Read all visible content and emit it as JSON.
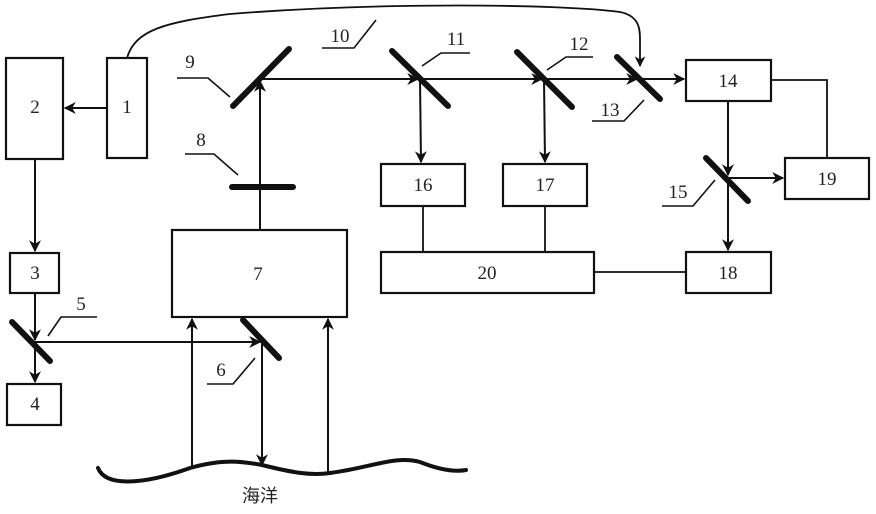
{
  "diagram": {
    "type": "optical-system-block-diagram",
    "components": [
      {
        "id": "1",
        "label": "1"
      },
      {
        "id": "2",
        "label": "2"
      },
      {
        "id": "3",
        "label": "3"
      },
      {
        "id": "4",
        "label": "4"
      },
      {
        "id": "5",
        "label": "5",
        "kind": "mirror"
      },
      {
        "id": "6",
        "label": "6",
        "kind": "mirror"
      },
      {
        "id": "7",
        "label": "7"
      },
      {
        "id": "8",
        "label": "8",
        "kind": "filter"
      },
      {
        "id": "9",
        "label": "9",
        "kind": "mirror"
      },
      {
        "id": "10",
        "label": "10",
        "kind": "cable"
      },
      {
        "id": "11",
        "label": "11",
        "kind": "mirror"
      },
      {
        "id": "12",
        "label": "12",
        "kind": "mirror"
      },
      {
        "id": "13",
        "label": "13",
        "kind": "mirror"
      },
      {
        "id": "14",
        "label": "14"
      },
      {
        "id": "15",
        "label": "15",
        "kind": "mirror"
      },
      {
        "id": "16",
        "label": "16"
      },
      {
        "id": "17",
        "label": "17"
      },
      {
        "id": "18",
        "label": "18"
      },
      {
        "id": "19",
        "label": "19"
      },
      {
        "id": "20",
        "label": "20"
      }
    ],
    "ocean_label": "海洋",
    "connections": [
      {
        "from": "1",
        "to": "2",
        "type": "arrow"
      },
      {
        "from": "2",
        "to": "3",
        "type": "arrow"
      },
      {
        "from": "3",
        "to": "5",
        "type": "arrow"
      },
      {
        "from": "5",
        "to": "4",
        "type": "arrow"
      },
      {
        "from": "5",
        "to": "6",
        "type": "arrow"
      },
      {
        "from": "6",
        "to": "ocean",
        "type": "double-arrow"
      },
      {
        "from": "ocean",
        "to": "7",
        "type": "arrow"
      },
      {
        "from": "7",
        "to": "9",
        "type": "arrow",
        "via": "8"
      },
      {
        "from": "9",
        "to": "11",
        "type": "arrow"
      },
      {
        "from": "11",
        "to": "16",
        "type": "arrow"
      },
      {
        "from": "11",
        "to": "12",
        "type": "arrow"
      },
      {
        "from": "12",
        "to": "17",
        "type": "arrow"
      },
      {
        "from": "12",
        "to": "13",
        "type": "arrow"
      },
      {
        "from": "1",
        "to": "13",
        "type": "arrow",
        "via": "10"
      },
      {
        "from": "13",
        "to": "14",
        "type": "arrow"
      },
      {
        "from": "14",
        "to": "15",
        "type": "arrow"
      },
      {
        "from": "15",
        "to": "19",
        "type": "arrow"
      },
      {
        "from": "15",
        "to": "18",
        "type": "arrow"
      },
      {
        "from": "14",
        "to": "19",
        "type": "line"
      },
      {
        "from": "16",
        "to": "20",
        "type": "line"
      },
      {
        "from": "17",
        "to": "20",
        "type": "line"
      },
      {
        "from": "20",
        "to": "18",
        "type": "line"
      }
    ]
  }
}
